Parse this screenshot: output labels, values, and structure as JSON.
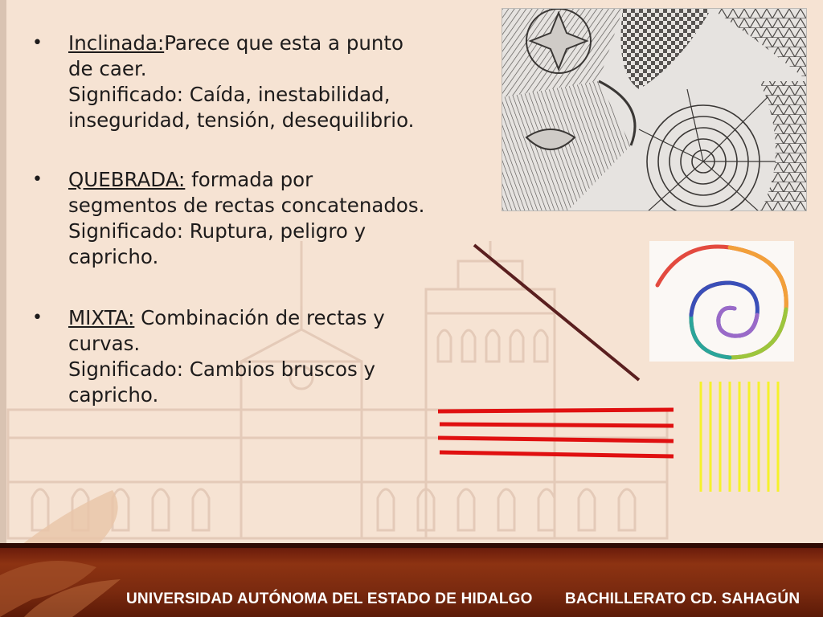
{
  "slide": {
    "bullets": [
      {
        "term": "Inclinada:",
        "lines": [
          "Parece que esta a punto",
          "de caer.",
          "Significado: Caída, inestabilidad,",
          "inseguridad, tensión, desequilibrio."
        ]
      },
      {
        "term": "QUEBRADA:",
        "lines": [
          " formada por",
          "segmentos de rectas concatenados.",
          "Significado: Ruptura, peligro y",
          "capricho."
        ]
      },
      {
        "term": "MIXTA:",
        "lines": [
          " Combinación de rectas y",
          "curvas.",
          "Significado: Cambios bruscos y",
          "capricho."
        ]
      }
    ],
    "bullet_symbol": "•"
  },
  "footer": {
    "left_text": "UNIVERSIDAD AUTÓNOMA DEL ESTADO DE HIDALGO",
    "right_text": "BACHILLERATO CD. SAHAGÚN"
  },
  "colors": {
    "background": "#f6e3d3",
    "diagonal_line": "#5a1f1f",
    "red_lines": "#e01010",
    "yellow_lines": "#f6f22a",
    "footer": "#7a2a0f"
  }
}
